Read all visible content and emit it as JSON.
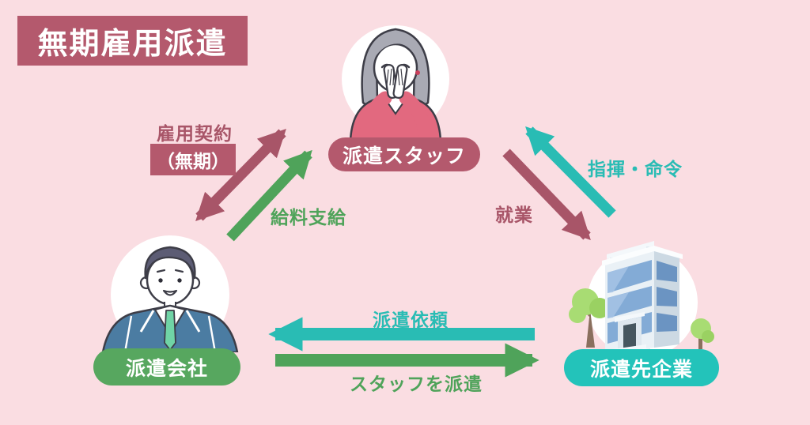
{
  "title": "無期雇用派遣",
  "nodes": {
    "staff": {
      "label": "派遣スタッフ",
      "color": "#b4596d",
      "illustration": "female-staff"
    },
    "agency": {
      "label": "派遣会社",
      "color": "#57a75f",
      "illustration": "male-agent"
    },
    "client": {
      "label": "派遣先企業",
      "color": "#23c3ba",
      "illustration": "office-building"
    }
  },
  "relations": {
    "employment_contract": {
      "label": "雇用契約",
      "sublabel": "（無期）",
      "from": "agency",
      "to": "staff",
      "direction": "both",
      "color": "#a85568"
    },
    "salary": {
      "label": "給料支給",
      "from": "agency",
      "to": "staff",
      "direction": "one-way",
      "color": "#4fa35a"
    },
    "direction_order": {
      "label": "指揮・命令",
      "from": "client",
      "to": "staff",
      "direction": "one-way",
      "color": "#29bcb4"
    },
    "work": {
      "label": "就業",
      "from": "staff",
      "to": "client",
      "direction": "one-way",
      "color": "#a85568"
    },
    "dispatch_request": {
      "label": "派遣依頼",
      "from": "client",
      "to": "agency",
      "direction": "one-way",
      "color": "#29bcb4"
    },
    "staff_dispatch": {
      "label": "スタッフを派遣",
      "from": "agency",
      "to": "client",
      "direction": "one-way",
      "color": "#4fa35a"
    }
  },
  "colors": {
    "background": "#fadde2",
    "maroon": "#a85568",
    "green": "#4fa35a",
    "teal": "#29bcb4",
    "title_bg": "#b4596d"
  }
}
